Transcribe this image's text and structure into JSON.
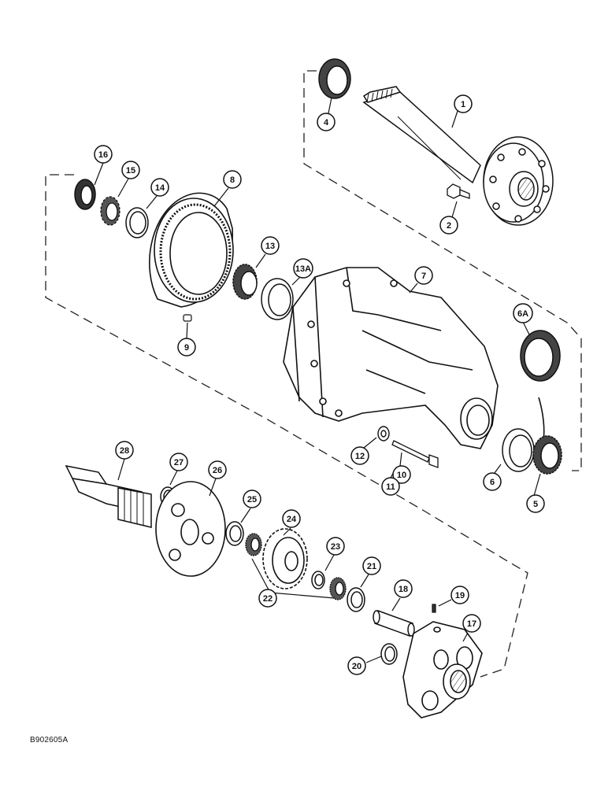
{
  "figure_id": "B902605A",
  "callouts": {
    "c1": "1",
    "c2": "2",
    "c4": "4",
    "c5": "5",
    "c6": "6",
    "c6a": "6A",
    "c7": "7",
    "c8": "8",
    "c9": "9",
    "c10": "10",
    "c11": "11",
    "c12": "12",
    "c13": "13",
    "c13a": "13A",
    "c14": "14",
    "c15": "15",
    "c16": "16",
    "c17": "17",
    "c18": "18",
    "c19": "19",
    "c20": "20",
    "c21": "21",
    "c22": "22",
    "c23": "23",
    "c24": "24",
    "c25": "25",
    "c26": "26",
    "c27": "27",
    "c28": "28"
  }
}
